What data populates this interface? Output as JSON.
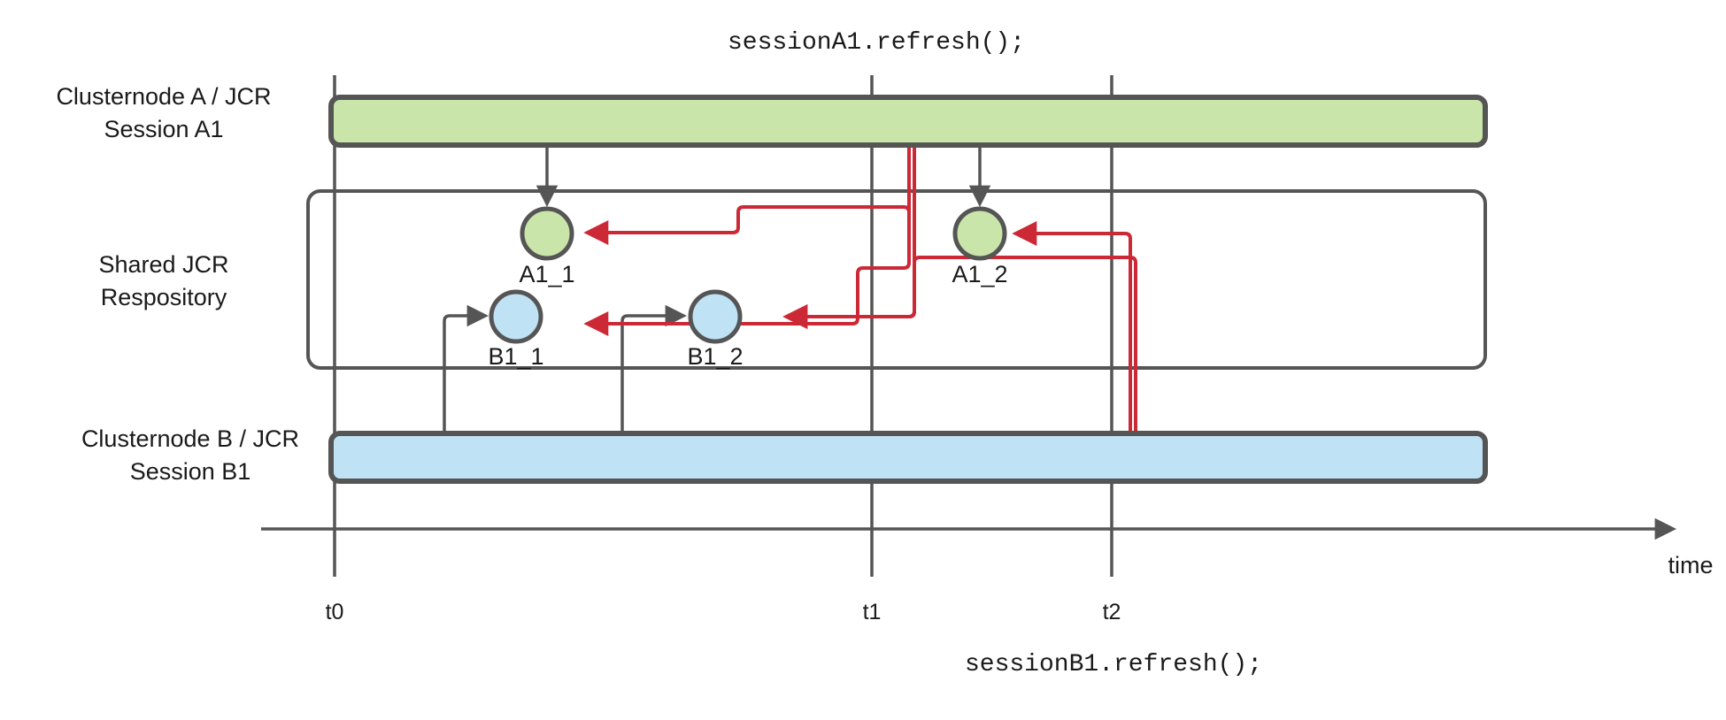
{
  "diagram": {
    "title_top": "sessionA1.refresh();",
    "title_bottom": "sessionB1.refresh();",
    "axis_label": "time",
    "colors": {
      "green_fill": "#c9e5a9",
      "blue_fill": "#bfe2f5",
      "stroke_gray": "#555555",
      "arrow_red": "#cc2936",
      "text": "#1a1a1a"
    },
    "lanes": [
      {
        "id": "clusternode-a",
        "label_line1": "Clusternode A / JCR",
        "label_line2": "Session A1",
        "fill": "#c9e5a9"
      },
      {
        "id": "shared-repository",
        "label_line1": "Shared JCR",
        "label_line2": "Respository",
        "fill": "#ffffff"
      },
      {
        "id": "clusternode-b",
        "label_line1": "Clusternode B / JCR",
        "label_line2": "Session B1",
        "fill": "#bfe2f5"
      }
    ],
    "nodes": [
      {
        "id": "a1_1",
        "label": "A1_1",
        "fill": "#c9e5a9"
      },
      {
        "id": "a1_2",
        "label": "A1_2",
        "fill": "#c9e5a9"
      },
      {
        "id": "b1_1",
        "label": "B1_1",
        "fill": "#bfe2f5"
      },
      {
        "id": "b1_2",
        "label": "B1_2",
        "fill": "#bfe2f5"
      }
    ],
    "ticks": [
      {
        "id": "t0",
        "label": "t0"
      },
      {
        "id": "t1",
        "label": "t1"
      },
      {
        "id": "t2",
        "label": "t2"
      }
    ]
  }
}
